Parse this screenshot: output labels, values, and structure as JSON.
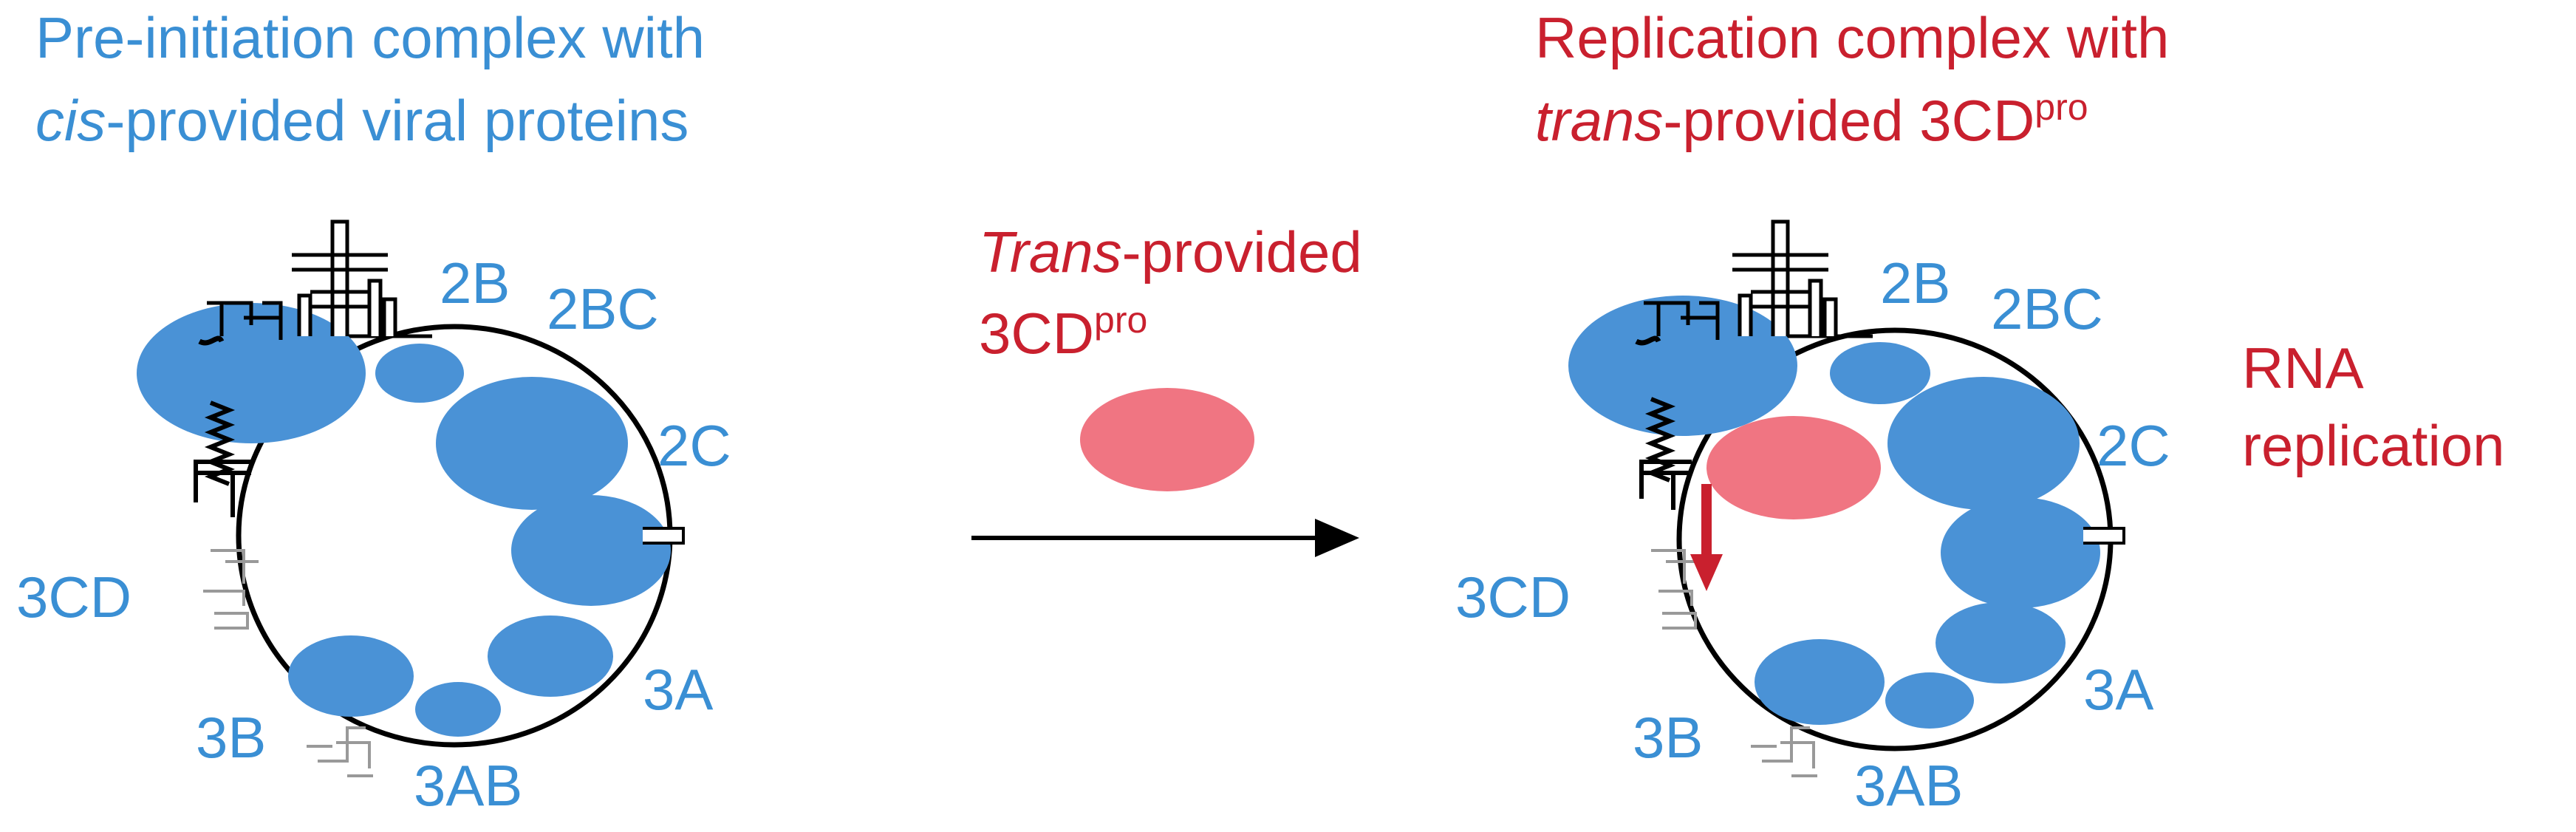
{
  "colors": {
    "blue": "#3a8fd4",
    "protein_blue": "#4a92d6",
    "red": "#c9202e",
    "pink": "#f07582",
    "black": "#000000"
  },
  "left_panel": {
    "title_line1": "Pre-initiation complex with",
    "title_italic": "cis",
    "title_line2_rest": "-provided viral proteins",
    "labels": {
      "p2B": "2B",
      "p2BC": "2BC",
      "p2C": "2C",
      "p3A": "3A",
      "p3AB": "3AB",
      "p3B": "3B",
      "p3CD": "3CD"
    }
  },
  "middle": {
    "line1_italic": "Trans",
    "line1_rest": "-provided",
    "line2_base": "3CD",
    "line2_sup": "pro",
    "arrow": "arrow-right"
  },
  "right_panel": {
    "title_line1": "Replication complex with",
    "title_italic": "trans",
    "title_line2_rest": "-provided 3CD",
    "title_sup": "pro",
    "labels": {
      "p2B": "2B",
      "p2BC": "2BC",
      "p2C": "2C",
      "p3A": "3A",
      "p3AB": "3AB",
      "p3B": "3B",
      "p3CD": "3CD"
    },
    "side_label_line1": "RNA",
    "side_label_line2": "replication"
  }
}
